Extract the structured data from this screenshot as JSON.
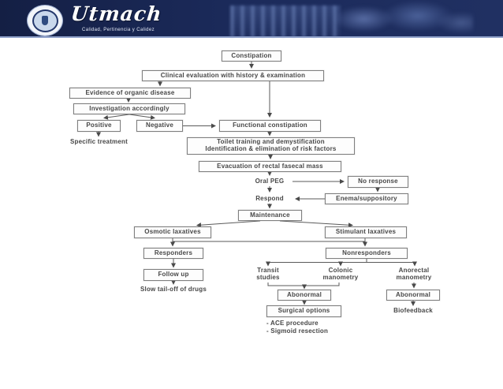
{
  "header": {
    "brand": "Utmach",
    "tagline": "Calidad, Pertinencia y Calidez"
  },
  "colors": {
    "banner_navy": "#1b2a5a",
    "banner_bottom_strip": "#8ea0c9",
    "box_border": "#7f7f7f",
    "flow_text": "#474747",
    "background": "#ffffff"
  },
  "flowchart": {
    "nodes": {
      "constipation": "Constipation",
      "clinical_evaluation": "Clinical evaluation with history & examination",
      "evidence_organic_disease": "Evidence of organic disease",
      "investigation_accordingly": "Investigation accordingly",
      "positive": "Positive",
      "negative": "Negative",
      "specific_treatment": "Specific treatment",
      "functional_constipation": "Functional constipation",
      "toilet_training_line1": "Toilet training and demystification",
      "toilet_training_line2": "Identification & elimination of risk factors",
      "evacuation": "Evacuation of rectal fasecal mass",
      "oral_peg": "Oral PEG",
      "no_response": "No response",
      "respond": "Respond",
      "enema_suppository": "Enema/suppository",
      "maintenance": "Maintenance",
      "osmotic_laxatives": "Osmotic laxatives",
      "stimulant_laxatives": "Stimulant laxatives",
      "responders": "Responders",
      "nonresponders": "Nonresponders",
      "follow_up": "Follow up",
      "slow_tail_off": "Slow tail-off of drugs",
      "transit_line1": "Transit",
      "transit_line2": "studies",
      "colonic_line1": "Colonic",
      "colonic_line2": "manometry",
      "anorectal_line1": "Anorectal",
      "anorectal_line2": "manometry",
      "abnormal_left": "Abonormal",
      "surgical_options": "Surgical options",
      "ace_procedure": "- ACE procedure",
      "sigmoid_resection": "- Sigmoid resection",
      "abnormal_right": "Abonormal",
      "biofeedback": "Biofeedback"
    }
  }
}
